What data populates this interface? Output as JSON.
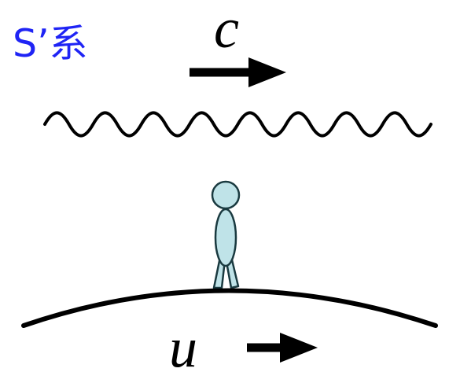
{
  "frame_label": "S’系",
  "light_speed_symbol": "c",
  "velocity_symbol": "u",
  "colors": {
    "label": "#1f24f5",
    "ink": "#000000",
    "figure_fill": "#bfe3e8",
    "figure_stroke": "#1a3a40"
  },
  "icons": {
    "light_wave": "wavy-line",
    "light_arrow": "right-arrow",
    "velocity_arrow": "right-arrow",
    "observer": "walking-person",
    "ground": "curved-surface"
  }
}
